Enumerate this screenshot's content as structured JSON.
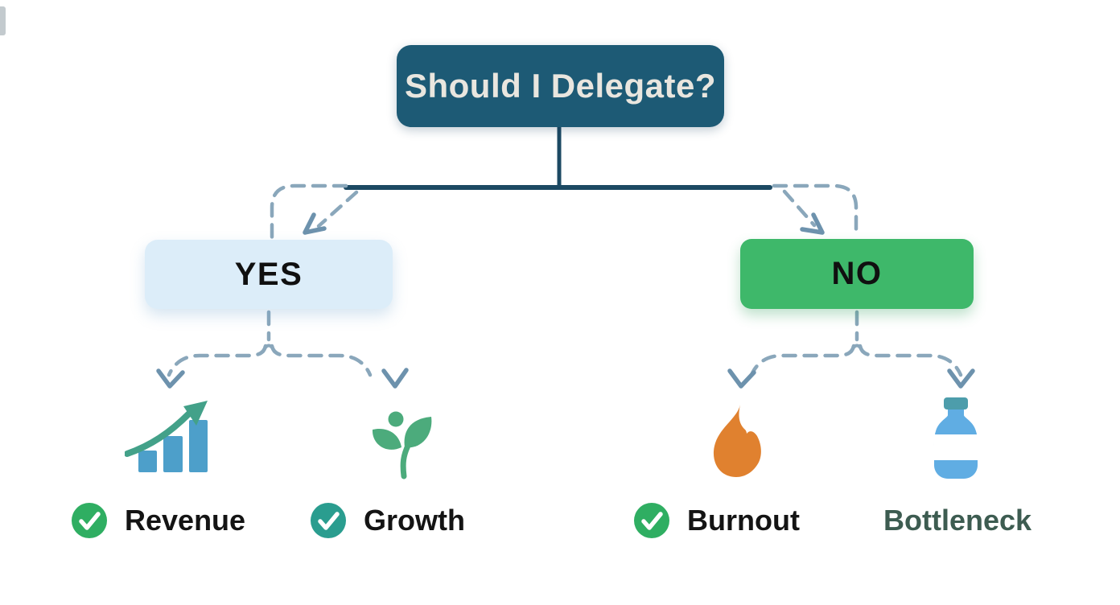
{
  "diagram": {
    "root": {
      "label": "Should I Delegate?"
    },
    "yes_branch": {
      "label": "YES"
    },
    "no_branch": {
      "label": "NO"
    },
    "outcomes": {
      "revenue": {
        "label": "Revenue",
        "icon": "bar-chart-rising-icon",
        "checked": true
      },
      "growth": {
        "label": "Growth",
        "icon": "plant-sprout-icon",
        "checked": true
      },
      "burnout": {
        "label": "Burnout",
        "icon": "flame-icon",
        "checked": true
      },
      "bottleneck": {
        "label": "Bottleneck",
        "icon": "bottle-icon",
        "checked": false
      }
    }
  },
  "colors": {
    "background": "#ffffff",
    "root_box_bg": "#1d5a75",
    "root_box_text": "#e9e6df",
    "yes_box_bg": "#dcedf9",
    "no_box_bg": "#3eb86a",
    "branch_text": "#101010",
    "connector_solid": "#1c4963",
    "connector_dashed": "#8aa7bb",
    "arrowhead": "#6d92ad",
    "bar_blue": "#4d9fca",
    "trend_arrow_green": "#43a189",
    "plant_green": "#4cab7c",
    "flame_orange": "#e0812f",
    "bottle_blue": "#60ade3",
    "bottle_cap_teal": "#4d9dab",
    "check_green": "#2fae62",
    "check_teal": "#2a9d8f",
    "label_text": "#141414",
    "bottleneck_text": "#3d5c51"
  }
}
